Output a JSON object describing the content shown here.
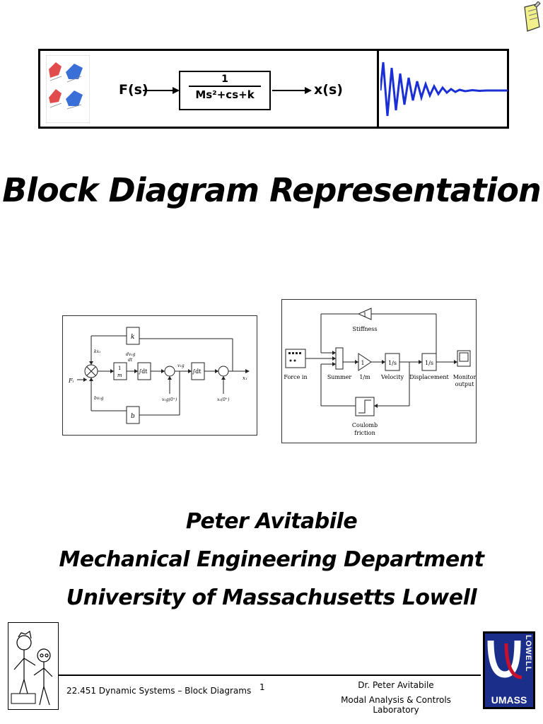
{
  "banner": {
    "input_label": "F(s)",
    "output_label": "x(s)",
    "tf_numerator": "1",
    "tf_denominator": "Ms²+cs+k"
  },
  "title": "Block Diagram Representation",
  "left_diagram": {
    "k_block": "k",
    "b_block": "b",
    "m_block_num": "1",
    "m_block_den": "m",
    "int1": "∫dt",
    "int2": "∫dt",
    "force": "Fᵢ",
    "kx": "kx₁",
    "bv": "bv₁g",
    "dv_num": "dv₁g",
    "dv_den": "dt",
    "v_out": "v₁g",
    "v_init": "v₁g(0⁺)",
    "x_init": "x₁(0⁺)",
    "x_out": "x₁"
  },
  "right_diagram": {
    "stiffness_gain": "1",
    "stiffness": "Stiffness",
    "force_in": "Force in",
    "summer": "Summer",
    "gain_block": "1",
    "gain_label": "1/m",
    "velocity_block": "1/s",
    "velocity": "Velocity",
    "displacement_block": "1/s",
    "displacement": "Displacement",
    "monitor_1": "Monitor",
    "monitor_2": "output",
    "coulomb_1": "Coulomb",
    "coulomb_2": "friction"
  },
  "author": {
    "name": "Peter Avitabile",
    "department": "Mechanical Engineering Department",
    "university": "University of Massachusetts Lowell"
  },
  "footer": {
    "course": "22.451 Dynamic Systems – Block Diagrams",
    "page": "1",
    "instructor": "Dr. Peter Avitabile",
    "lab": "Modal Analysis & Controls Laboratory"
  },
  "logo": {
    "name": "UMASS",
    "campus": "LOWELL"
  }
}
